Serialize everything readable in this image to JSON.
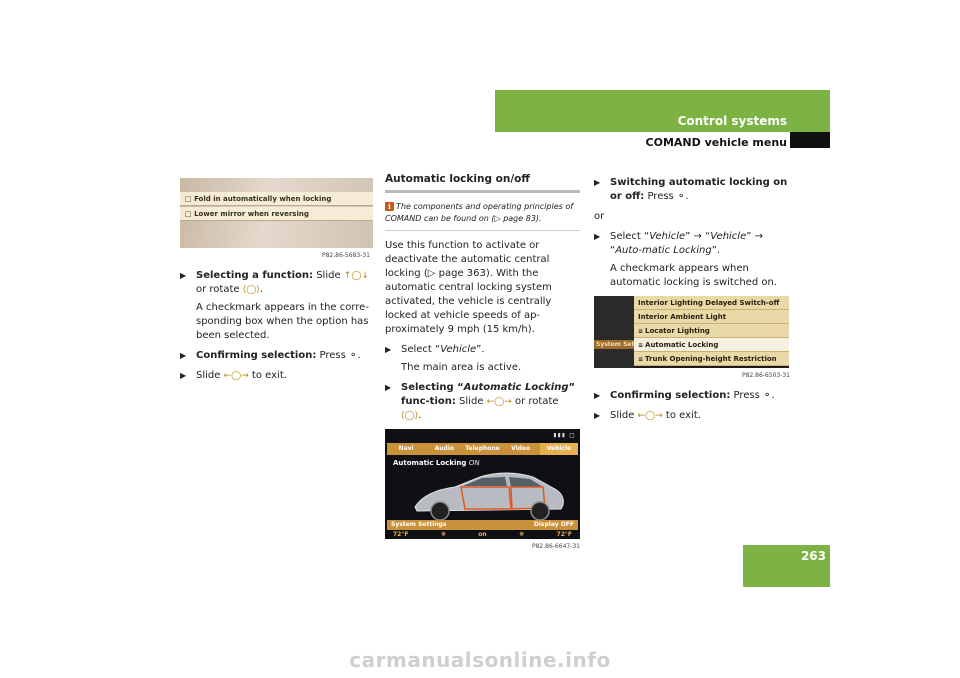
{
  "header": {
    "section": "Control systems",
    "subsection": "COMAND vehicle menu",
    "page_number": "263"
  },
  "col1": {
    "figure": {
      "items": [
        "Fold in automatically when locking",
        "Lower mirror when reversing"
      ],
      "id": "P82.86-5683-31"
    },
    "bullet1": {
      "label": "Selecting a function:",
      "text1": " Slide ",
      "text2": " or rotate ",
      "text3": "."
    },
    "para1": "A checkmark appears in the corre-sponding box when the option has been selected.",
    "bullet2": {
      "label": "Confirming selection:",
      "text": " Press ",
      "end": "."
    },
    "bullet3": {
      "text1": "Slide ",
      "text2": " to exit."
    }
  },
  "col2": {
    "title": "Automatic locking on/off",
    "note": "The components and operating principles of COMAND can be found on (▷ page 83).",
    "para1": "Use this function to activate or deactivate the automatic central locking (▷ page 363). With the automatic central locking system activated, the vehicle is centrally locked at vehicle speeds of ap-proximately 9 mph (15 km/h).",
    "bullet1": {
      "text": "Select “",
      "item": "Vehicle",
      "end": "”."
    },
    "para2": "The main area is active.",
    "bullet2": {
      "label_pre": "Selecting “",
      "label_item": "Automatic Locking",
      "label_post": "” func-tion:",
      "text1": " Slide ",
      "text2": " or rotate ",
      "text3": "."
    },
    "screen": {
      "tabs": [
        "Navi",
        "Audio",
        "Telephone",
        "Video",
        "Vehicle"
      ],
      "selected_tab": "Vehicle",
      "title": "Automatic Locking",
      "state": "ON",
      "left_soft": "System Settings",
      "right_soft": "Display OFF",
      "temp_left": "72°F",
      "temp_right": "72°F",
      "mid": "on",
      "id": "P82.86-6647-31"
    }
  },
  "col3": {
    "bullet1": {
      "label": "Switching automatic locking on or off:",
      "text": " Press ",
      "end": "."
    },
    "or": "or",
    "bullet2": {
      "text": "Select “",
      "item1": "Vehicle",
      "mid": "” → “",
      "item2": "Vehicle",
      "mid2": "” → “",
      "item3": "Auto-matic Locking",
      "end": "”."
    },
    "para1": "A checkmark appears when automatic locking is switched on.",
    "menu": {
      "side_label": "System Set",
      "items": [
        "Interior Lighting Delayed Switch-off",
        "Interior Ambient Light",
        "Locator Lighting",
        "Automatic Locking",
        "Trunk Opening-height Restriction"
      ],
      "id": "P82.86-6503-31"
    },
    "bullet3": {
      "label": "Confirming selection:",
      "text": " Press ",
      "end": "."
    },
    "bullet4": {
      "text1": "Slide ",
      "text2": " to exit."
    }
  },
  "watermark": "carmanualsonline.info"
}
